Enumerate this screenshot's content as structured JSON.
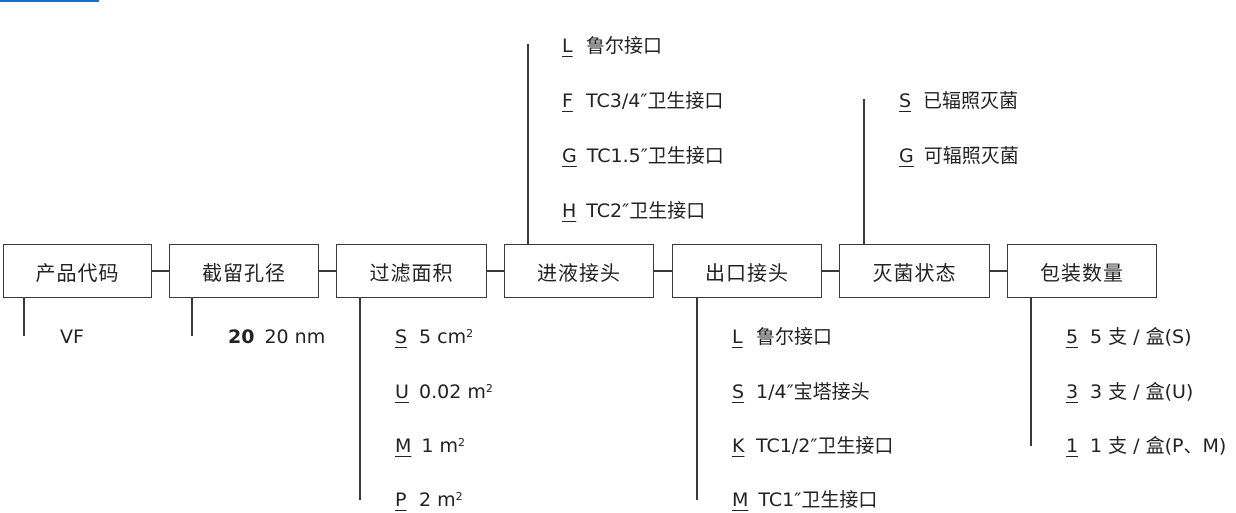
{
  "boxes": [
    "产品代码",
    "截留孔径",
    "过滤面积",
    "进液接头",
    "出口接头",
    "灭菌状态",
    "包装数量"
  ],
  "product_code": {
    "value": "VF"
  },
  "pore_size": {
    "code": "20",
    "desc": "20 nm"
  },
  "filter_area": [
    {
      "code": "S",
      "desc": "5 cm",
      "sup": "2"
    },
    {
      "code": "U",
      "desc": "0.02 m",
      "sup": "2"
    },
    {
      "code": "M",
      "desc": "1 m",
      "sup": "2"
    },
    {
      "code": "P",
      "desc": "2 m",
      "sup": "2"
    }
  ],
  "inlet": [
    {
      "code": "L",
      "desc": "鲁尔接口"
    },
    {
      "code": "F",
      "desc": "TC3/4″卫生接口"
    },
    {
      "code": "G",
      "desc": "TC1.5″卫生接口"
    },
    {
      "code": "H",
      "desc": "TC2″卫生接口"
    }
  ],
  "outlet": [
    {
      "code": "L",
      "desc": "鲁尔接口"
    },
    {
      "code": "S",
      "desc": "1/4″宝塔接头"
    },
    {
      "code": "K",
      "desc": "TC1/2″卫生接口"
    },
    {
      "code": "M",
      "desc": "TC1″卫生接口"
    }
  ],
  "sterilization": [
    {
      "code": "S",
      "desc": "已辐照灭菌"
    },
    {
      "code": "G",
      "desc": "可辐照灭菌"
    }
  ],
  "packaging": [
    {
      "code": "5",
      "desc": "5 支 / 盒(S)"
    },
    {
      "code": "3",
      "desc": "3 支 / 盒(U)"
    },
    {
      "code": "1",
      "desc": "1 支 / 盒(P、M)"
    }
  ],
  "colors": {
    "line": "#3a3a3a",
    "accent": "#1a6fc9",
    "text": "#222222"
  }
}
